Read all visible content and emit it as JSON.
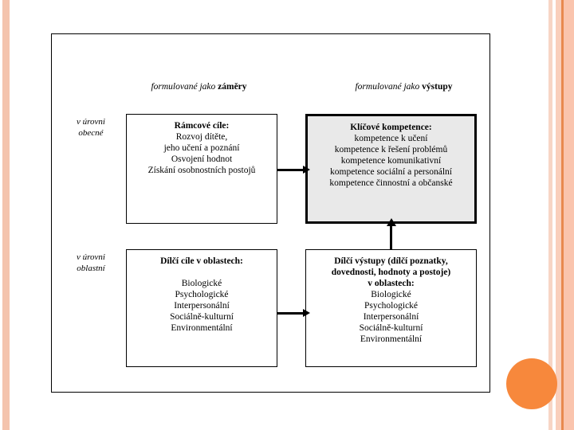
{
  "slide": {
    "headers": [
      {
        "prefix": "formulované jako ",
        "emphasis": "záměry"
      },
      {
        "prefix": "formulované jako ",
        "emphasis": "výstupy"
      }
    ],
    "row_labels": [
      {
        "line1": "v úrovni",
        "line2": "obecné"
      },
      {
        "line1": "v úrovni",
        "line2": "oblastní"
      }
    ],
    "boxes": {
      "goals": {
        "title": "Rámcové cíle:",
        "lines": [
          "Rozvoj dítěte,",
          "jeho učení a poznání",
          "Osvojení hodnot",
          "Získání osobnostních postojů"
        ]
      },
      "competences": {
        "title": "Klíčové kompetence:",
        "lines": [
          "kompetence k učení",
          "kompetence k řešení problémů",
          "kompetence komunikativní",
          "kompetence sociální a personální",
          "kompetence činnostní a občanské"
        ]
      },
      "partial_goals": {
        "title": "Dílčí cíle v oblastech:",
        "lines": [
          "Biologické",
          "Psychologické",
          "Interpersonální",
          "Sociálně-kulturní",
          "Environmentální"
        ]
      },
      "partial_outputs": {
        "title_line1": "Dílčí výstupy (dílčí poznatky,",
        "title_line2": "dovednosti, hodnoty a postoje)",
        "title_line3": "v oblastech:",
        "lines": [
          "Biologické",
          "Psychologické",
          "Interpersonální",
          "Sociálně-kulturní",
          "Environmentální"
        ]
      }
    },
    "colors": {
      "accent_dot": "#f7883c",
      "stripe_light": "#fac4ad",
      "stripe_dark": "#e8894f",
      "box_fill_highlight": "#e9e9e9"
    }
  }
}
